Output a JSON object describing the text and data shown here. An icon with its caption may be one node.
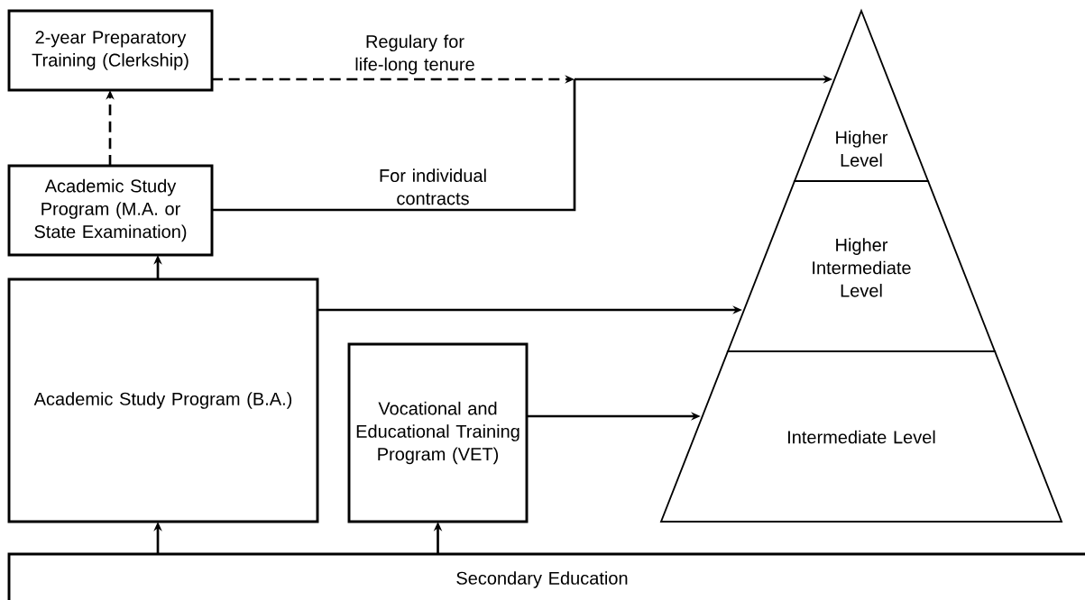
{
  "diagram": {
    "nodes": [
      {
        "text": [
          "2-year Preparatory Training (Clerkship)"
        ]
      },
      {
        "text": [
          "Academic Study Program (M.A. or State Examination)"
        ]
      },
      {
        "text": [
          "Academic Study Program (B.A.)"
        ]
      },
      {
        "text": [
          "Vocational and Educational Training Program (VET)"
        ]
      },
      {
        "text": [
          "Secondary Education"
        ]
      },
      {
        "text": [
          "Higher Level"
        ]
      },
      {
        "text": [
          "Higher Intermediate Level"
        ]
      },
      {
        "text": [
          "Intermediate Level"
        ]
      }
    ],
    "edges": [
      {
        "from": 0,
        "to": 5,
        "arrow": "to",
        "style": "dashed",
        "label": "Regulary for life-long tenure"
      },
      {
        "from": 1,
        "to": 5,
        "arrow": "to",
        "label": "For individual contracts"
      },
      {
        "from": 1,
        "to": 0,
        "arrow": "to",
        "style": "dashed"
      },
      {
        "from": 2,
        "to": 1,
        "arrow": "to"
      },
      {
        "from": 2,
        "to": 6,
        "arrow": "to"
      },
      {
        "from": 3,
        "to": 7,
        "arrow": "to"
      },
      {
        "from": 4,
        "to": 2,
        "arrow": "to"
      },
      {
        "from": 4,
        "to": 3,
        "arrow": "to"
      }
    ]
  }
}
